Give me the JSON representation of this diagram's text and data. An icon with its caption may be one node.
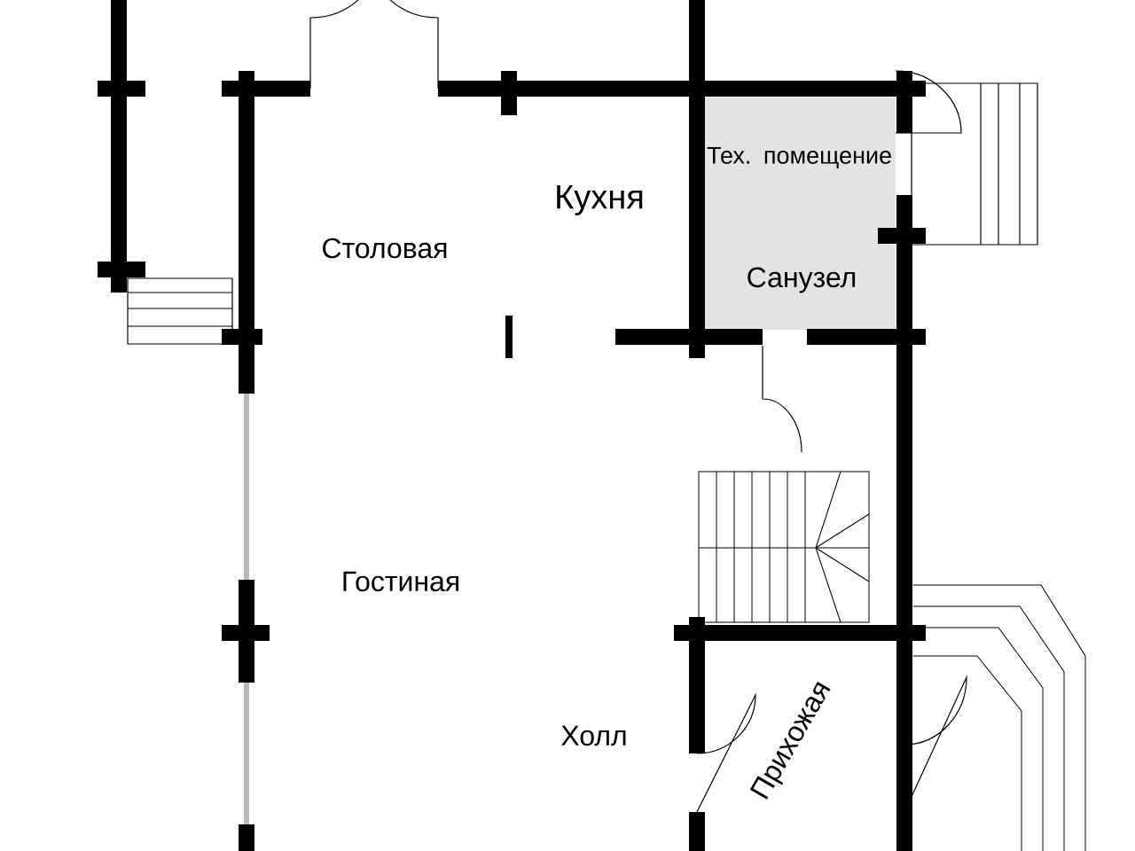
{
  "diagram": {
    "labels": [
      "Кухня",
      "Столовая",
      "Тех. помещение",
      "Санузел",
      "Гостиная",
      "Холл",
      "Прихожая"
    ]
  }
}
